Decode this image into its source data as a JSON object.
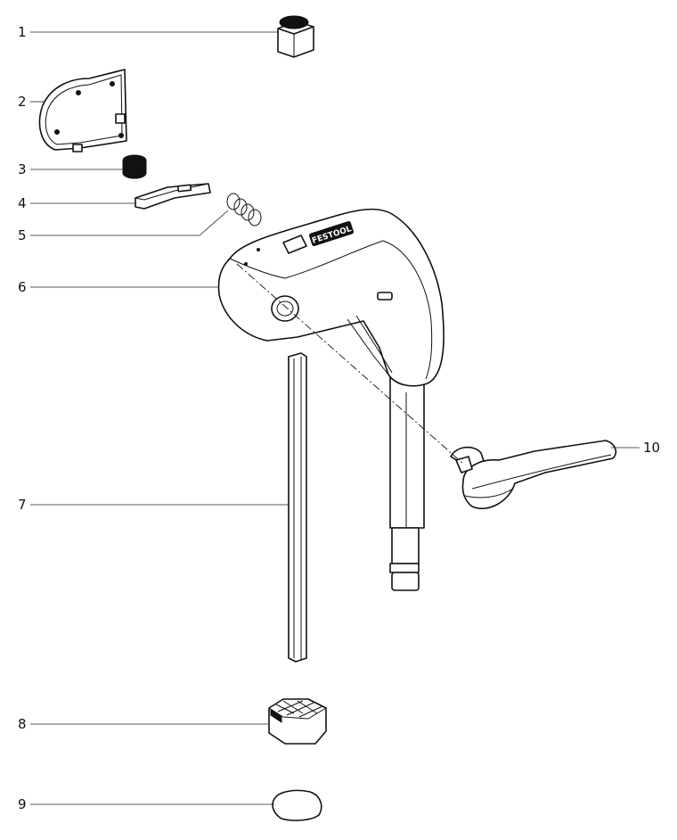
{
  "callouts": [
    {
      "number": "1"
    },
    {
      "number": "2"
    },
    {
      "number": "3"
    },
    {
      "number": "4"
    },
    {
      "number": "5"
    },
    {
      "number": "6"
    },
    {
      "number": "7"
    },
    {
      "number": "8"
    },
    {
      "number": "9"
    },
    {
      "number": "10"
    }
  ],
  "housing_label": "FESTOOL"
}
